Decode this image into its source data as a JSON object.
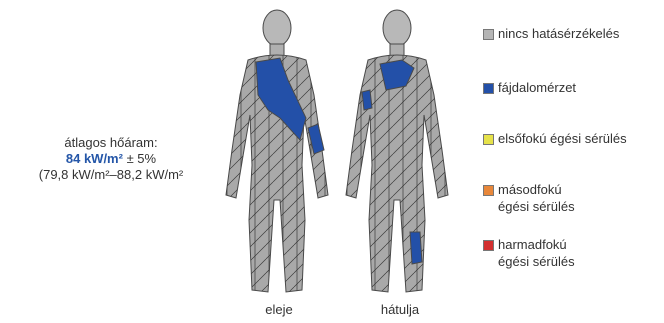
{
  "stats": {
    "label": "átlagos hőáram:",
    "flux_value": "84 kW/m²",
    "tolerance": " ± 5%",
    "range": "(79,8 kW/m²–88,2 kW/m²"
  },
  "figures": {
    "front_label": "eleje",
    "back_label": "hátulja"
  },
  "legend": {
    "items": [
      {
        "label_lines": [
          "nincs hatásérzékelés"
        ],
        "color": "#b5b5b5"
      },
      {
        "label_lines": [
          "fájdalomérzet"
        ],
        "color": "#2350a8"
      },
      {
        "label_lines": [
          "elsőfokú égési sérülés"
        ],
        "color": "#e6e24a"
      },
      {
        "label_lines": [
          "másodfokú",
          "égési sérülés"
        ],
        "color": "#e8873a"
      },
      {
        "label_lines": [
          "harmadfokú",
          "égési sérülés"
        ],
        "color": "#d32f2f"
      }
    ]
  },
  "colors": {
    "body_gray": "#a9a9a9",
    "pain_blue": "#2350a8",
    "outline": "#4a4a4a",
    "accent_text": "#2456a8"
  }
}
